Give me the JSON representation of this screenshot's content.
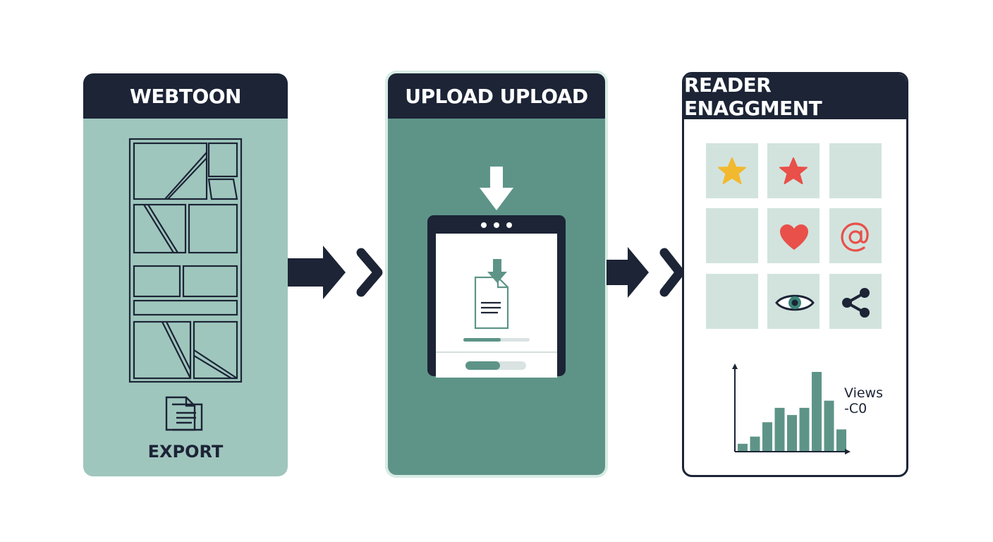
{
  "panels": {
    "webtoon": {
      "title": "WEBTOON",
      "export_label": "EXPORT"
    },
    "upload": {
      "title": "UPLOAD UPLOAD"
    },
    "engagement": {
      "title": "READER ENAGGMENT",
      "chart_label_line1": "Views",
      "chart_label_line2": "-C0"
    }
  },
  "icons": [
    "document-icon",
    "download-arrow-icon",
    "file-download-icon",
    "star-icon",
    "heart-icon",
    "at-icon",
    "eye-icon",
    "share-icon"
  ],
  "colors": {
    "dark_navy": "#1c2436",
    "light_teal": "#9fc6bd",
    "dark_teal": "#5e9488",
    "tile": "#d2e3de",
    "star_yellow": "#f2b92e",
    "accent_red": "#e85049",
    "bar_green": "#5e9488"
  },
  "chart_data": {
    "type": "bar",
    "values": [
      1,
      2,
      4,
      6,
      5,
      6,
      11,
      7,
      3
    ]
  }
}
